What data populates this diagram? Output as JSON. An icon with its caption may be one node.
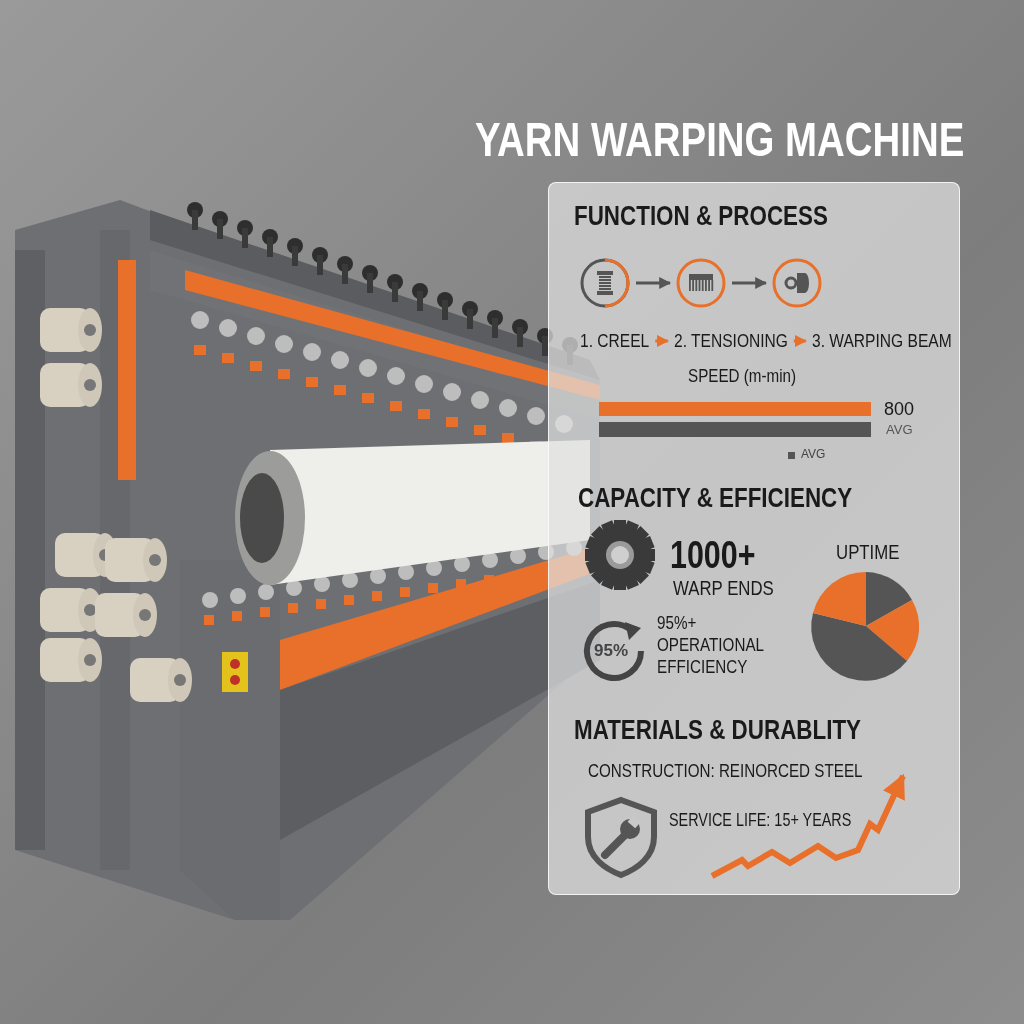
{
  "diagram": {
    "title": "YARN WARPING MACHINE",
    "nodes": [
      {
        "text": [],
        "shape": "circle"
      },
      {
        "text": [],
        "shape": "circle"
      },
      {
        "text": [],
        "shape": "circle"
      },
      {
        "text": [
          "1. CREEL"
        ]
      },
      {
        "text": [
          "2. TENSIONING"
        ]
      },
      {
        "text": [
          "3. WARPING BEAM"
        ]
      }
    ],
    "edges": [
      {
        "from": 0,
        "to": 1,
        "arrow": "to"
      },
      {
        "from": 1,
        "to": 2,
        "arrow": "to"
      },
      {
        "from": 3,
        "to": 4,
        "arrow": "to",
        "color": "#e8702a"
      },
      {
        "from": 4,
        "to": 5,
        "arrow": "to",
        "color": "#e8702a"
      }
    ],
    "labels": [
      "FUNCTION & PROCESS",
      "SPEED (m-min)",
      "800",
      "AVG",
      "CAPACITY & EFFICIENCY",
      "1000+",
      "WARP ENDS",
      "UPTIME",
      "95%",
      "95%+ OPERATIONAL EFFICIENCY",
      "MATERIALS & DURABLITY",
      "CONSTRUCTION: REINORCED STEEL",
      "SERVICE LIFE: 15+ YEARS"
    ],
    "legend": [
      {
        "text": "AVG",
        "color": "#555555"
      }
    ]
  }
}
